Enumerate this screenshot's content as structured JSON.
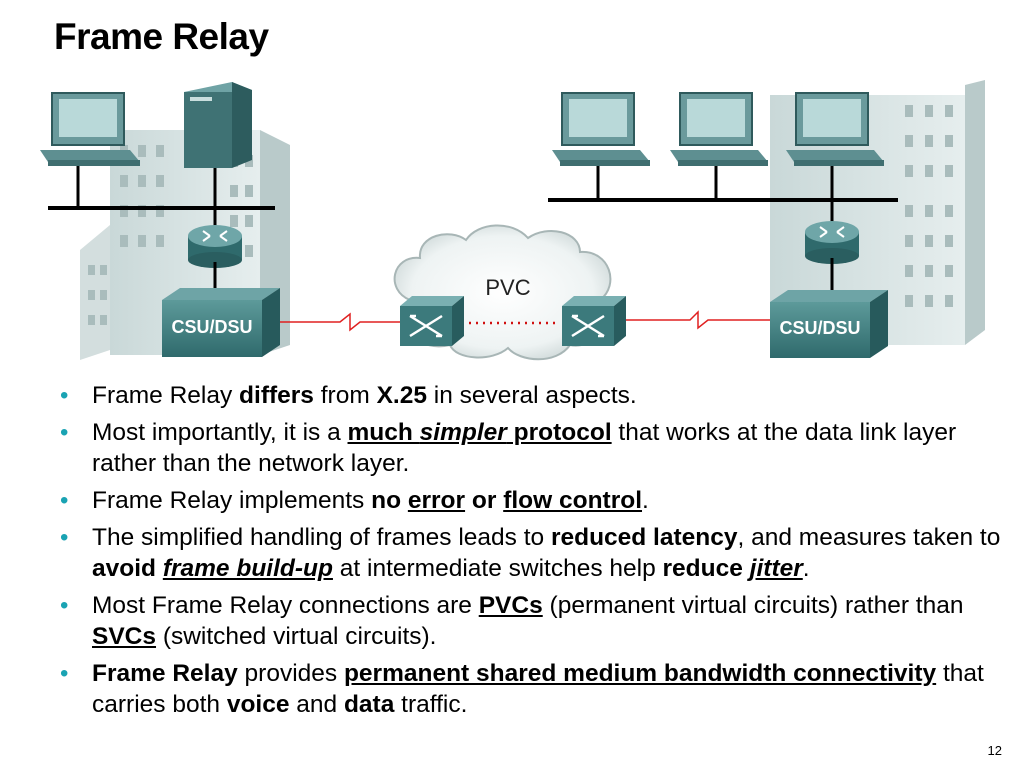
{
  "slide": {
    "title": "Frame Relay",
    "page_number": "12"
  },
  "diagram": {
    "left_device_label": "CSU/DSU",
    "right_device_label": "CSU/DSU",
    "cloud_label": "PVC"
  },
  "bullets": [
    {
      "runs": [
        {
          "text": "Frame Relay "
        },
        {
          "text": "differs",
          "style": "b"
        },
        {
          "text": " from "
        },
        {
          "text": "X.25",
          "style": "b"
        },
        {
          "text": " in several aspects."
        }
      ]
    },
    {
      "runs": [
        {
          "text": "Most importantly, it is a "
        },
        {
          "text": "much ",
          "style": "b u"
        },
        {
          "text": "simpler",
          "style": "b u i"
        },
        {
          "text": " protocol",
          "style": "b u"
        },
        {
          "text": " that works at the data link layer rather than the network layer."
        }
      ]
    },
    {
      "runs": [
        {
          "text": "Frame Relay implements "
        },
        {
          "text": "no",
          "style": "b"
        },
        {
          "text": " "
        },
        {
          "text": "error",
          "style": "b u"
        },
        {
          "text": " "
        },
        {
          "text": "or",
          "style": "b"
        },
        {
          "text": " "
        },
        {
          "text": "flow control",
          "style": "b u"
        },
        {
          "text": "."
        }
      ]
    },
    {
      "runs": [
        {
          "text": "The simplified handling of frames leads to "
        },
        {
          "text": "reduced latency",
          "style": "b"
        },
        {
          "text": ", and measures taken to "
        },
        {
          "text": "avoid",
          "style": "b"
        },
        {
          "text": " "
        },
        {
          "text": "frame build-up",
          "style": "b u i"
        },
        {
          "text": " at intermediate switches help "
        },
        {
          "text": "reduce",
          "style": "b"
        },
        {
          "text": " "
        },
        {
          "text": "jitter",
          "style": "b u i"
        },
        {
          "text": "."
        }
      ]
    },
    {
      "runs": [
        {
          "text": "Most Frame Relay connections are "
        },
        {
          "text": "PVCs",
          "style": "b u"
        },
        {
          "text": " (permanent virtual circuits) rather than "
        },
        {
          "text": "SVCs",
          "style": "b u"
        },
        {
          "text": " (switched virtual circuits)."
        }
      ]
    },
    {
      "runs": [
        {
          "text": "Frame Relay",
          "style": "b"
        },
        {
          "text": " provides "
        },
        {
          "text": "permanent shared medium bandwidth connectivity",
          "style": "b u"
        },
        {
          "text": " that carries both "
        },
        {
          "text": "voice",
          "style": "b"
        },
        {
          "text": " and "
        },
        {
          "text": "data",
          "style": "b"
        },
        {
          "text": " traffic."
        }
      ]
    }
  ]
}
